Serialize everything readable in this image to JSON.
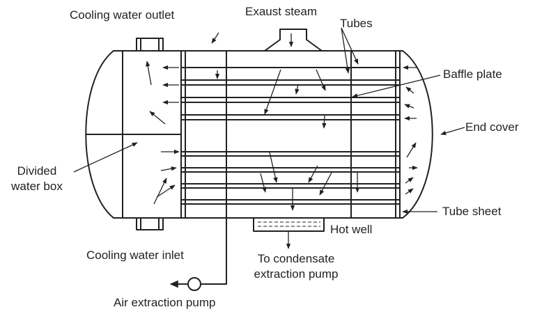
{
  "labels": {
    "cooling_water_outlet": "Cooling water outlet",
    "exhaust_steam": "Exaust steam",
    "tubes": "Tubes",
    "baffle_plate": "Baffle plate",
    "end_cover": "End cover",
    "divided_water_box_line1": "Divided",
    "divided_water_box_line2": "water box",
    "tube_sheet": "Tube sheet",
    "hot_well": "Hot well",
    "cooling_water_inlet": "Cooling water inlet",
    "to_condensate_line1": "To condensate",
    "to_condensate_line2": "extraction pump",
    "air_extraction_pump": "Air extraction pump"
  },
  "colors": {
    "ink": "#231f20",
    "background": "#ffffff"
  }
}
